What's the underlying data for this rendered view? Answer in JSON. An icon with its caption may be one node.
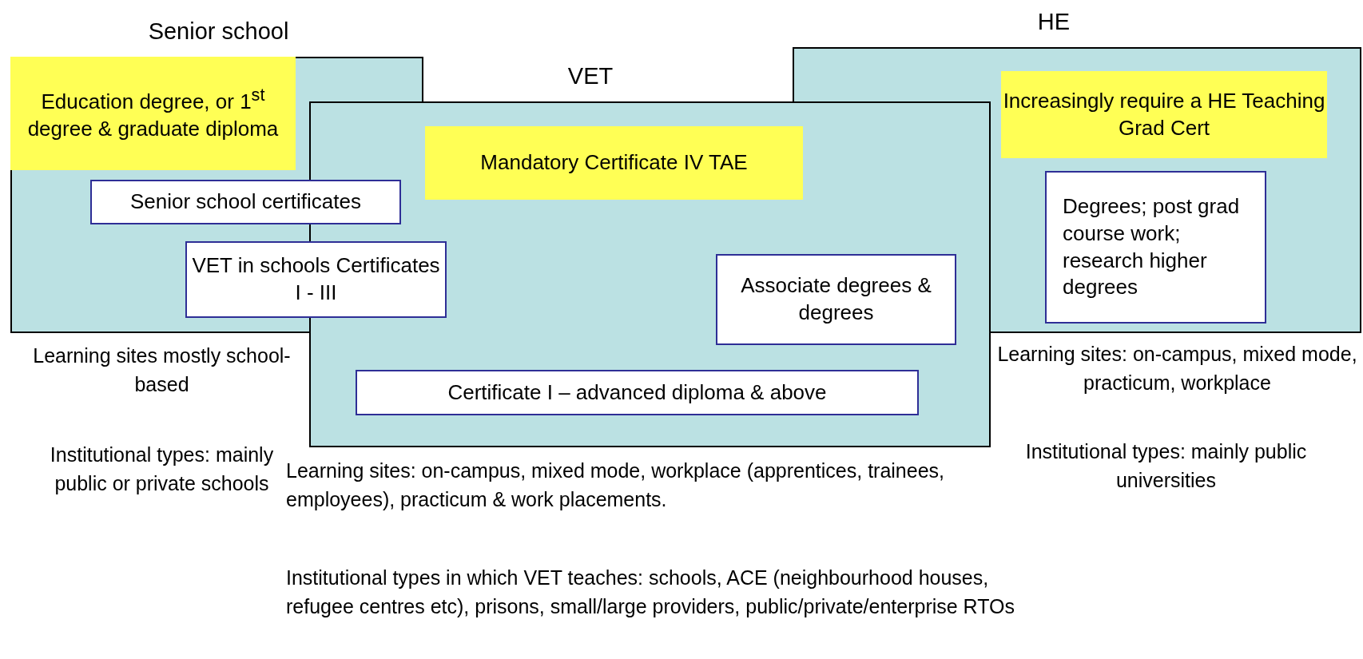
{
  "diagram": {
    "nodes": [
      {
        "text": [
          "Senior school"
        ]
      },
      {
        "text": [
          "Education degree, or 1$^{st}$ degree & graduate diploma"
        ],
        "in": 0
      },
      {
        "text": [
          "Senior school certificates"
        ],
        "in": 0
      },
      {
        "text": [
          "VET in schools Certificates I - III"
        ]
      },
      {
        "text": [
          "VET"
        ]
      },
      {
        "text": [
          "Mandatory Certificate IV TAE"
        ],
        "in": 4
      },
      {
        "text": [
          "Associate degrees & degrees"
        ],
        "in": 4
      },
      {
        "text": [
          "Certificate I – advanced diploma & above"
        ],
        "in": 4
      },
      {
        "text": [
          "HE"
        ]
      },
      {
        "text": [
          "Increasingly require a HE Teaching Grad Cert"
        ],
        "in": 8
      },
      {
        "text": [
          "Degrees; post grad course work; research higher degrees"
        ],
        "in": 8
      }
    ],
    "labels": [
      "Learning sites mostly school-based",
      "Institutional types: mainly public or private schools",
      "Learning sites: on-campus, mixed mode, workplace (apprentices, trainees, employees), practicum & work placements.",
      "Institutional types in which VET teaches: schools, ACE (neighbourhood houses, refugee centres etc), prisons, small/large providers, public/private/enterprise RTOs",
      "Learning sites: on-campus, mixed mode, practicum, workplace",
      "Institutional types: mainly public universities"
    ]
  }
}
